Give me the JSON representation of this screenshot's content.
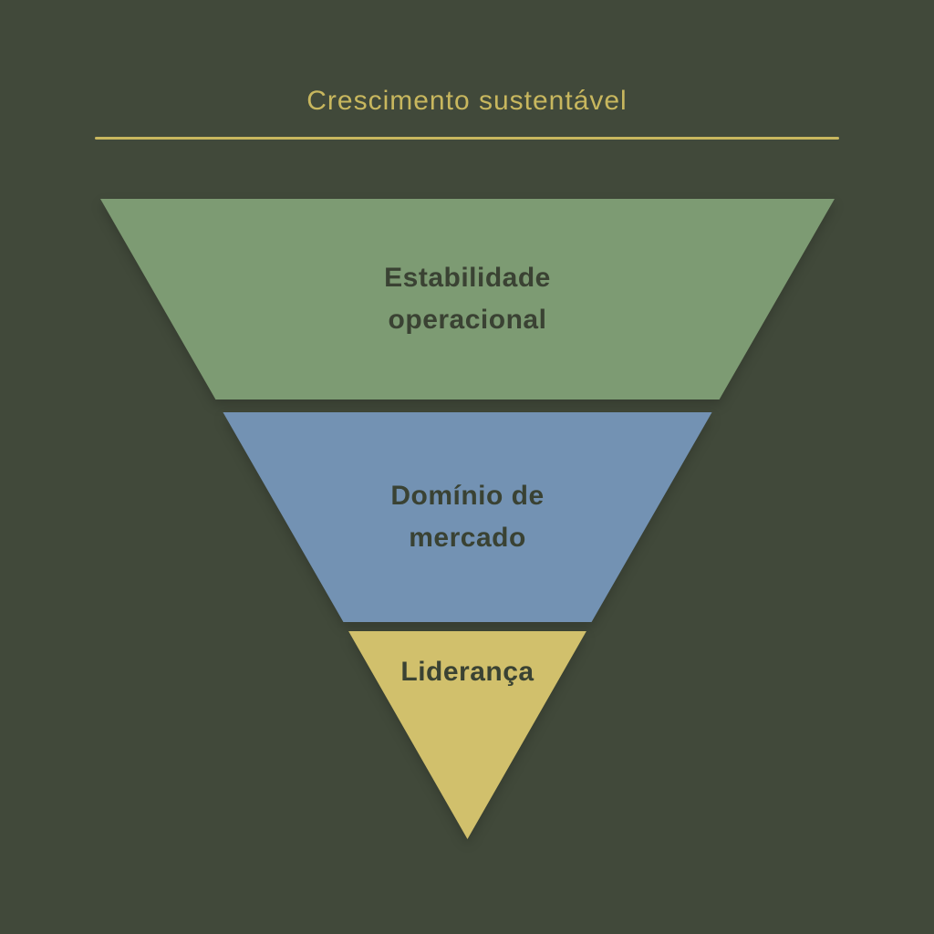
{
  "title": "Crescimento sustentável",
  "colors": {
    "background": "#41493a",
    "accent": "#c8b75e",
    "label_text": "#3a4233"
  },
  "chart_data": {
    "type": "funnel",
    "direction": "inverted-pyramid",
    "title": "Crescimento sustentável",
    "legend_position": "none",
    "levels": [
      {
        "label": "Estabilidade operacional",
        "color": "#7d9b73"
      },
      {
        "label": "Domínio de mercado",
        "color": "#7392b3"
      },
      {
        "label": "Liderança",
        "color": "#d1c06c"
      }
    ]
  }
}
